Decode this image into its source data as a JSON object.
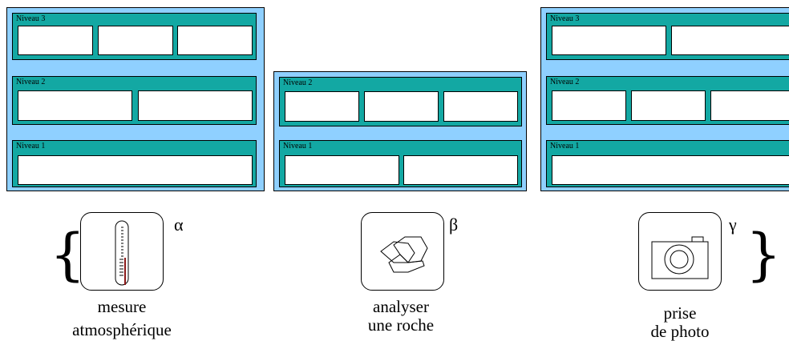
{
  "panels": {
    "left": {
      "levels": {
        "l3": "Niveau 3",
        "l2": "Niveau 2",
        "l1": "Niveau 1"
      }
    },
    "middle": {
      "levels": {
        "l2": "Niveau 2",
        "l1": "Niveau 1"
      }
    },
    "right": {
      "levels": {
        "l3": "Niveau 3",
        "l2": "Niveau 2",
        "l1": "Niveau 1"
      }
    }
  },
  "actions": [
    {
      "greek": "α",
      "caption_line1": "mesure",
      "caption_line2": "atmosphérique",
      "icon": "thermometer-icon"
    },
    {
      "greek": "β",
      "caption_line1": "analyser",
      "caption_line2": "une roche",
      "icon": "rock-icon"
    },
    {
      "greek": "γ",
      "caption_line1": "prise",
      "caption_line2": "de photo",
      "icon": "camera-icon"
    }
  ],
  "braces": {
    "open": "{",
    "close": "}"
  },
  "colors": {
    "panel": "#8fd0ff",
    "level": "#13a8a3",
    "box": "#ffffff",
    "mercury": "#8b1a1a"
  }
}
